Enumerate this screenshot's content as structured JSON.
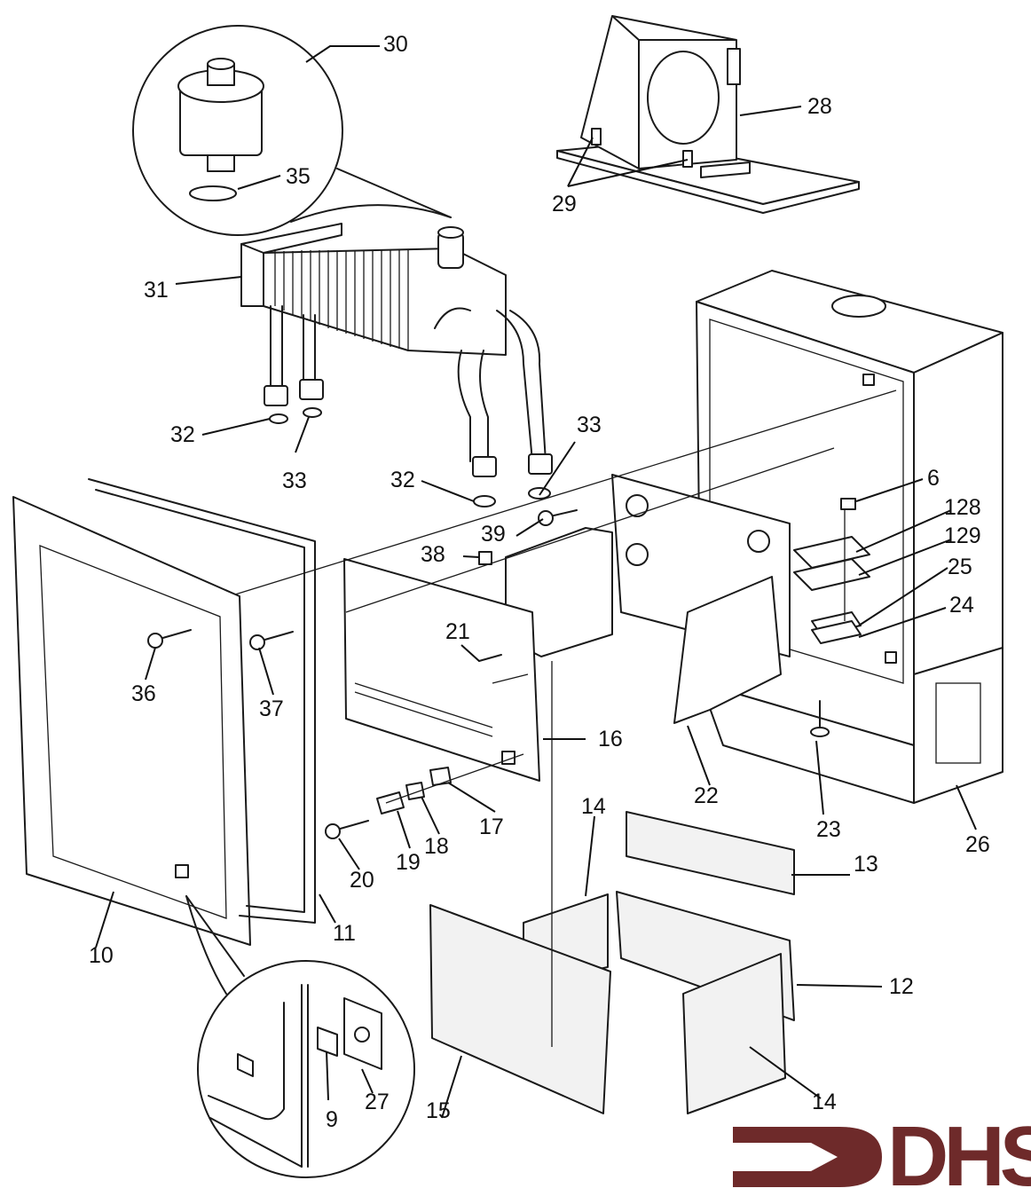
{
  "diagram": {
    "title": "Exploded parts diagram",
    "part_labels": [
      {
        "id": "30",
        "text": "30"
      },
      {
        "id": "35",
        "text": "35"
      },
      {
        "id": "31",
        "text": "31"
      },
      {
        "id": "32a",
        "text": "32"
      },
      {
        "id": "33a",
        "text": "33"
      },
      {
        "id": "32b",
        "text": "32"
      },
      {
        "id": "33b",
        "text": "33"
      },
      {
        "id": "28",
        "text": "28"
      },
      {
        "id": "29",
        "text": "29"
      },
      {
        "id": "6",
        "text": "6"
      },
      {
        "id": "128",
        "text": "128"
      },
      {
        "id": "129",
        "text": "129"
      },
      {
        "id": "25",
        "text": "25"
      },
      {
        "id": "24",
        "text": "24"
      },
      {
        "id": "39",
        "text": "39"
      },
      {
        "id": "38",
        "text": "38"
      },
      {
        "id": "21",
        "text": "21"
      },
      {
        "id": "36",
        "text": "36"
      },
      {
        "id": "37",
        "text": "37"
      },
      {
        "id": "16",
        "text": "16"
      },
      {
        "id": "17",
        "text": "17"
      },
      {
        "id": "18",
        "text": "18"
      },
      {
        "id": "19",
        "text": "19"
      },
      {
        "id": "20",
        "text": "20"
      },
      {
        "id": "22",
        "text": "22"
      },
      {
        "id": "23",
        "text": "23"
      },
      {
        "id": "26",
        "text": "26"
      },
      {
        "id": "14a",
        "text": "14"
      },
      {
        "id": "13",
        "text": "13"
      },
      {
        "id": "12",
        "text": "12"
      },
      {
        "id": "14b",
        "text": "14"
      },
      {
        "id": "15",
        "text": "15"
      },
      {
        "id": "10",
        "text": "10"
      },
      {
        "id": "11",
        "text": "11"
      },
      {
        "id": "9",
        "text": "9"
      },
      {
        "id": "27",
        "text": "27"
      }
    ],
    "components": [
      "air-vent-detail",
      "heat-exchanger",
      "flue-hood",
      "boiler-casing",
      "front-panel",
      "gasket-frame",
      "control-panel",
      "combustion-chamber",
      "insulation-panels",
      "label-detail"
    ]
  },
  "logo": {
    "text": "DHS",
    "color": "#6e2a2a"
  }
}
